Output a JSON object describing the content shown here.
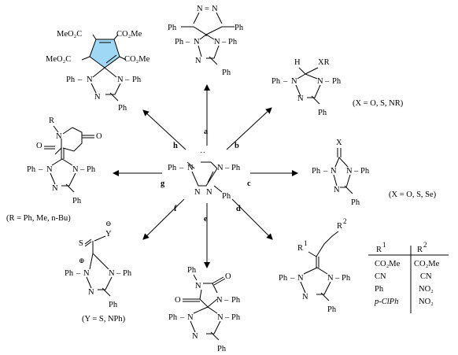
{
  "labels": {
    "ph": "Ph",
    "n": "N",
    "h": "H",
    "r": "R",
    "o": "O",
    "s": "S",
    "x": "X",
    "y": "Y",
    "xr": "XR",
    "r1": "R",
    "r2": "R",
    "sup1": "1",
    "sup2": "2",
    "minus": "⊖",
    "plus": "⊕",
    "carbene": "˙˙",
    "meo2c": "MeO₂C",
    "co2me": "CO₂Me"
  },
  "arrows": {
    "a": "a",
    "b": "b",
    "c": "c",
    "d": "d",
    "e": "e",
    "f": "f",
    "g": "g",
    "h": "h"
  },
  "conditions": {
    "b": "(X = O, S, NR)",
    "c": "(X = O, S, Se)",
    "g": "(R = Ph, Me, n-Bu)",
    "f": "(Y = S, NPh)"
  },
  "table": {
    "headers": [
      "R",
      "R"
    ],
    "header_sups": [
      "1",
      "2"
    ],
    "rows": [
      [
        "CO₂Me",
        "CO₂Me"
      ],
      [
        "CN",
        "CN"
      ],
      [
        "Ph",
        "NO₂"
      ],
      [
        "p-ClPh",
        "NO₂"
      ]
    ]
  }
}
